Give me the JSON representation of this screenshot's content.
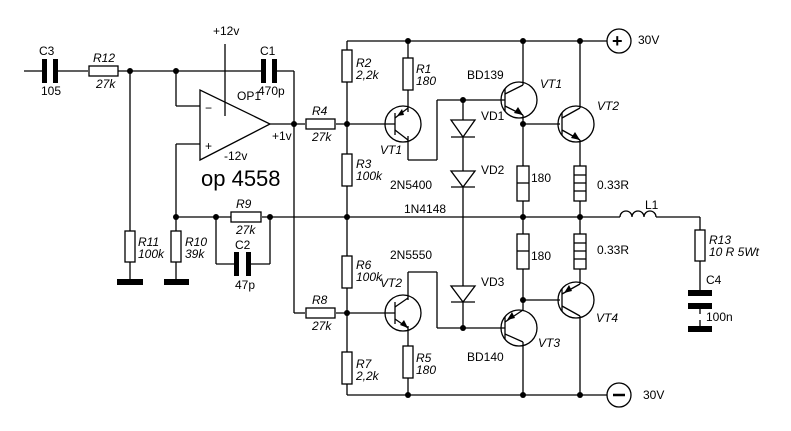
{
  "title": "Op-amp driven class-AB power amplifier schematic",
  "opamp": {
    "ref": "OP1",
    "part": "op 4558",
    "vplus": "+12v",
    "vminus": "-12v",
    "out_voltage": "+1v",
    "minus_sign": "−",
    "plus_sign": "+"
  },
  "supply": {
    "pos_label": "30V",
    "neg_label": "30V",
    "pos_symbol": "+",
    "neg_symbol": "−"
  },
  "capacitors": [
    {
      "ref": "C3",
      "value": "105"
    },
    {
      "ref": "C1",
      "value": "470p"
    },
    {
      "ref": "C2",
      "value": "47p"
    },
    {
      "ref": "C4",
      "value": "100n"
    }
  ],
  "resistors": [
    {
      "ref": "R12",
      "value": "27k"
    },
    {
      "ref": "R11",
      "value": "100k"
    },
    {
      "ref": "R10",
      "value": "39k"
    },
    {
      "ref": "R9",
      "value": "27k"
    },
    {
      "ref": "R4",
      "value": "27k"
    },
    {
      "ref": "R8",
      "value": "27k"
    },
    {
      "ref": "R2",
      "value": "2,2k"
    },
    {
      "ref": "R3",
      "value": "100k"
    },
    {
      "ref": "R6",
      "value": "100k"
    },
    {
      "ref": "R7",
      "value": "2,2k"
    },
    {
      "ref": "R1",
      "value": "180"
    },
    {
      "ref": "R5",
      "value": "180"
    },
    {
      "ref": "R13",
      "value": "10 R  5Wt"
    }
  ],
  "unlabeled_resistors": {
    "driver_upper": "180",
    "driver_lower": "180",
    "emitter_upper": "0.33R",
    "emitter_lower": "0.33R"
  },
  "transistors": {
    "pre_upper": {
      "ref": "VT1",
      "part": "2N5400"
    },
    "pre_lower": {
      "ref": "VT2",
      "part": "2N5550"
    },
    "drv_upper": {
      "ref": "VT1",
      "part": "BD139"
    },
    "drv_lower": {
      "ref": "VT3",
      "part": "BD140"
    },
    "out_upper": {
      "ref": "VT2"
    },
    "out_lower": {
      "ref": "VT4"
    }
  },
  "diodes": {
    "part": "1N4148",
    "refs": [
      "VD1",
      "VD2",
      "VD3"
    ]
  },
  "inductor": {
    "ref": "L1"
  }
}
